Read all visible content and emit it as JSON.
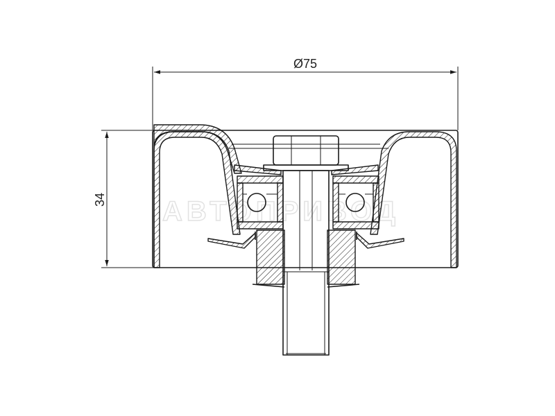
{
  "dimensions": {
    "diameter": "Ø75",
    "height": "34"
  },
  "watermark": "АВТОПРИВОД"
}
